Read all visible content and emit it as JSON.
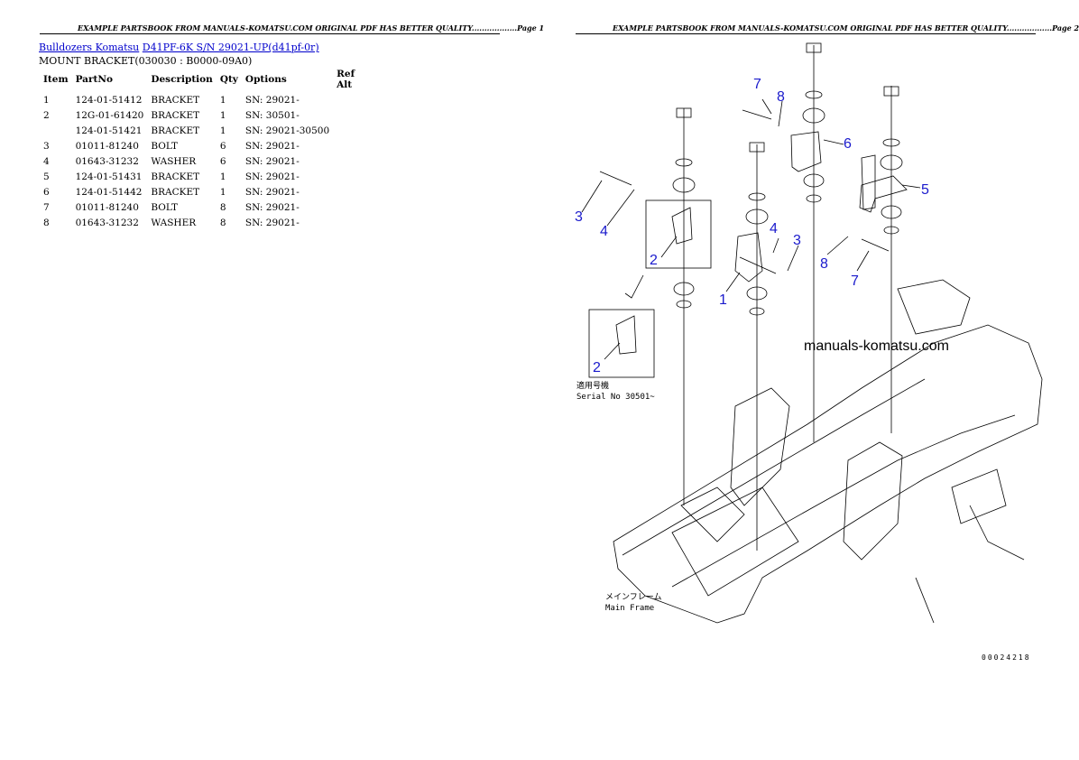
{
  "page1": {
    "header": "EXAMPLE PARTSBOOK FROM MANUALS-KOMATSU.COM ORIGINAL PDF HAS BETTER QUALITY..................Page 1",
    "breadcrumb": {
      "link1": "Bulldozers Komatsu",
      "link2": "D41PF-6K S/N 29021-UP(d41pf-0r)"
    },
    "section_title": "MOUNT BRACKET(030030 : B0000-09A0)",
    "table": {
      "headers": [
        "Item",
        "PartNo",
        "Description",
        "Qty",
        "Options",
        "Ref Alt"
      ],
      "rows": [
        [
          "1",
          "124-01-51412",
          "BRACKET",
          "1",
          "SN: 29021-",
          ""
        ],
        [
          "2",
          "12G-01-61420",
          "BRACKET",
          "1",
          "SN: 30501-",
          ""
        ],
        [
          "",
          "124-01-51421",
          "BRACKET",
          "1",
          "SN: 29021-30500",
          ""
        ],
        [
          "3",
          "01011-81240",
          "BOLT",
          "6",
          "SN: 29021-",
          ""
        ],
        [
          "4",
          "01643-31232",
          "WASHER",
          "6",
          "SN: 29021-",
          ""
        ],
        [
          "5",
          "124-01-51431",
          "BRACKET",
          "1",
          "SN: 29021-",
          ""
        ],
        [
          "6",
          "124-01-51442",
          "BRACKET",
          "1",
          "SN: 29021-",
          ""
        ],
        [
          "7",
          "01011-81240",
          "BOLT",
          "8",
          "SN: 29021-",
          ""
        ],
        [
          "8",
          "01643-31232",
          "WASHER",
          "8",
          "SN: 29021-",
          ""
        ]
      ]
    }
  },
  "page2": {
    "header": "EXAMPLE PARTSBOOK FROM MANUALS-KOMATSU.COM ORIGINAL PDF HAS BETTER QUALITY..................Page 2",
    "diagram": {
      "callouts": [
        "7",
        "8",
        "6",
        "5",
        "3",
        "4",
        "2",
        "4",
        "3",
        "8",
        "7",
        "1",
        "2"
      ],
      "watermark": "manuals-komatsu.com",
      "serial_note_jp": "適用号機",
      "serial_note": "Serial No 30501~",
      "frame_label_jp": "メインフレーム",
      "frame_label": "Main Frame"
    },
    "page_code": "00024218"
  },
  "colors": {
    "callout": "#1a1acc",
    "link": "#0000cc",
    "line": "#000000"
  }
}
